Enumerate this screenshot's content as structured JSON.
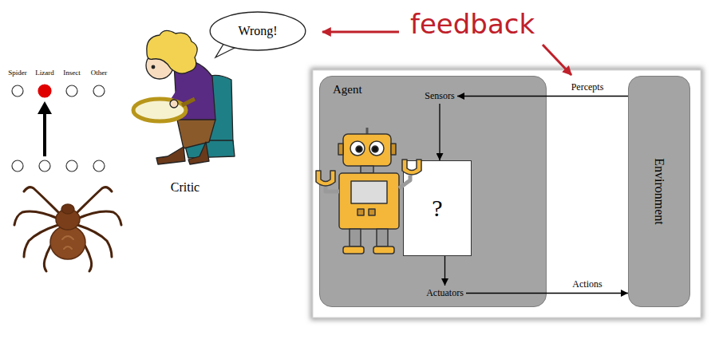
{
  "diagram": {
    "nodes": [
      {
        "text": [
          "Wrong!"
        ]
      },
      {
        "text": [
          "Agent"
        ]
      },
      {
        "text": [
          "Sensors"
        ],
        "in": 1
      },
      {
        "text": [
          "?"
        ],
        "in": 1
      },
      {
        "text": [
          "Actuators"
        ],
        "in": 1
      },
      {
        "text": [
          "Environment"
        ]
      }
    ],
    "edges": [
      {
        "from": 5,
        "to": 2,
        "arrow": "to",
        "label": "Percepts"
      },
      {
        "from": 2,
        "to": 3,
        "arrow": "to"
      },
      {
        "from": 3,
        "to": 4,
        "arrow": "to"
      },
      {
        "from": 4,
        "to": 5,
        "arrow": "to",
        "label": "Actions"
      }
    ],
    "labels": [
      "Spider",
      "Lizard",
      "Insect",
      "Other",
      "Critic",
      "feedback"
    ]
  }
}
